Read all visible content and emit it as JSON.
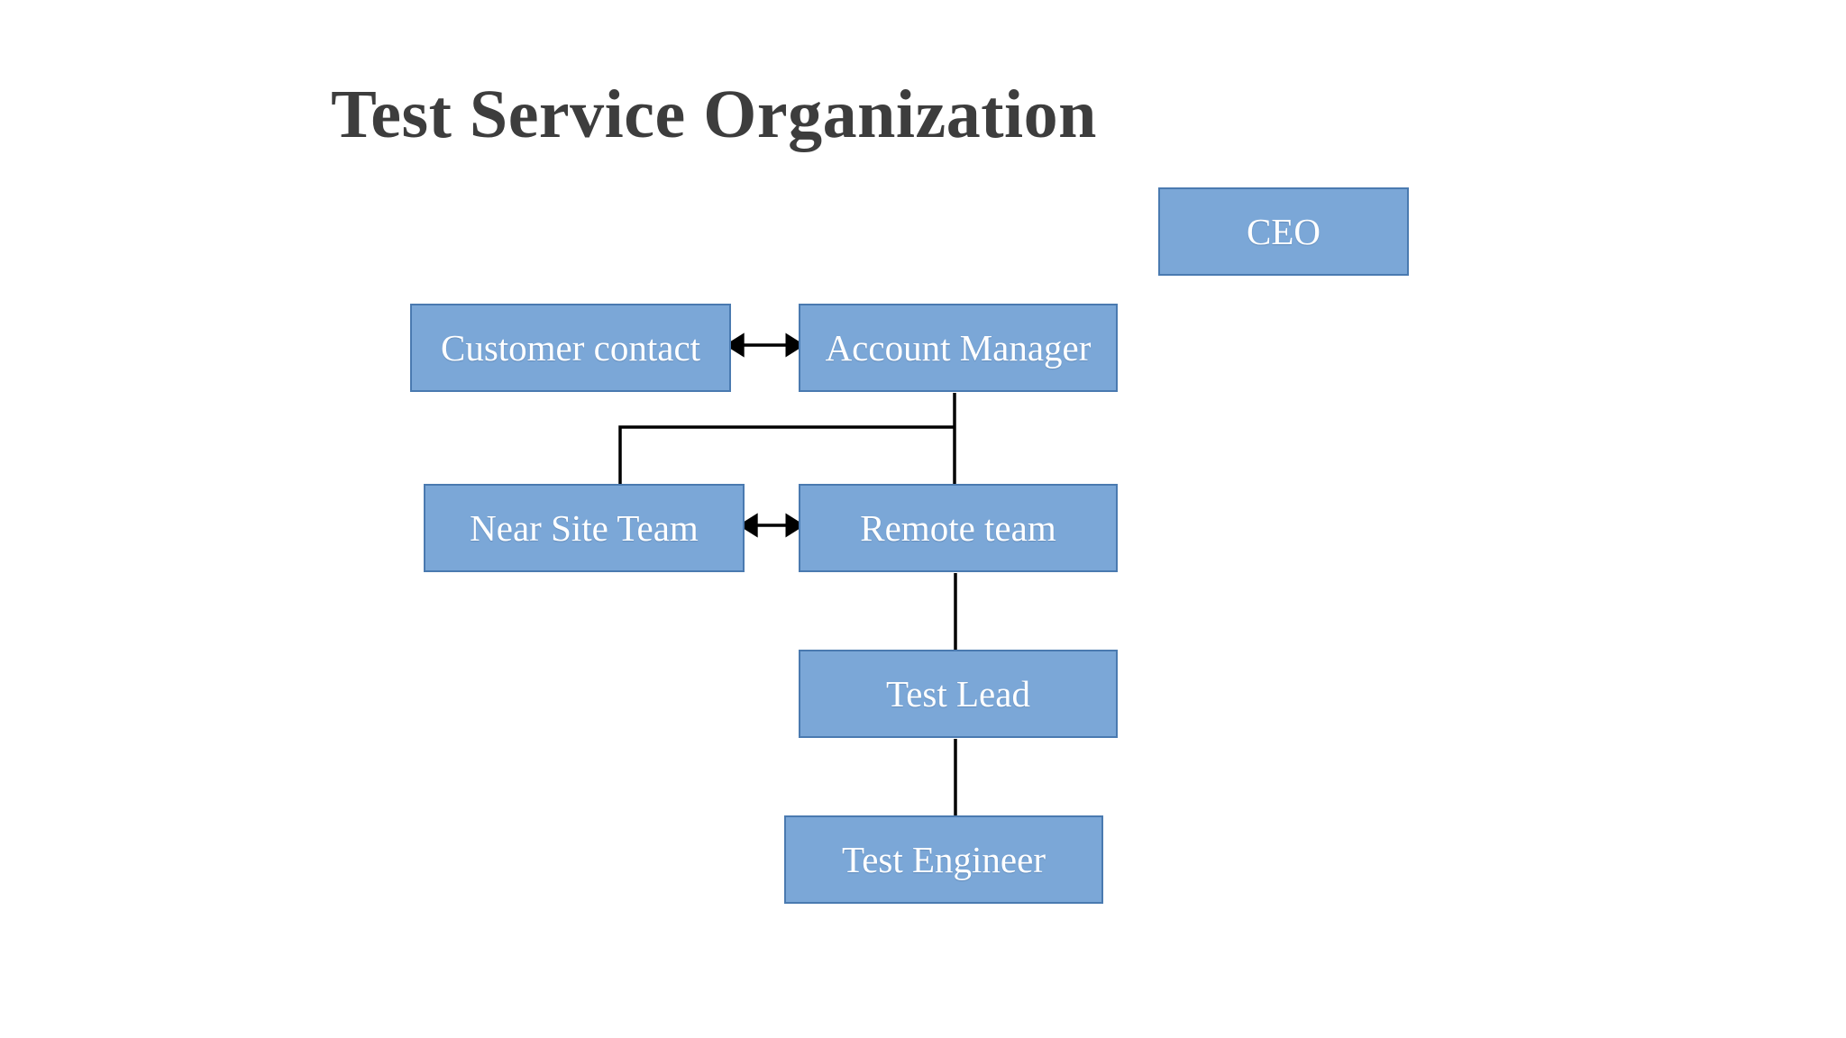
{
  "slide": {
    "title": "Test Service Organization",
    "background_color": "#ffffff",
    "title_color": "#3d3d3d"
  },
  "theme": {
    "node_fill": "#7ba7d7",
    "node_border": "#4a7ab0",
    "node_text": "#ffffff",
    "connector_color": "#000000"
  },
  "chart_data": {
    "type": "diagram",
    "title": "Test Service Organization",
    "nodes": [
      {
        "id": "ceo",
        "label": "CEO"
      },
      {
        "id": "customer-contact",
        "label": "Customer contact"
      },
      {
        "id": "account-manager",
        "label": "Account Manager"
      },
      {
        "id": "near-site-team",
        "label": "Near Site Team"
      },
      {
        "id": "remote-team",
        "label": "Remote team"
      },
      {
        "id": "test-lead",
        "label": "Test Lead"
      },
      {
        "id": "test-engineer",
        "label": "Test Engineer"
      }
    ],
    "edges": [
      {
        "from": "customer-contact",
        "to": "account-manager",
        "style": "double-arrow",
        "direction": "bidirectional"
      },
      {
        "from": "account-manager",
        "to": "near-site-team",
        "style": "elbow",
        "direction": "down"
      },
      {
        "from": "account-manager",
        "to": "remote-team",
        "style": "straight",
        "direction": "down"
      },
      {
        "from": "near-site-team",
        "to": "remote-team",
        "style": "double-arrow",
        "direction": "bidirectional"
      },
      {
        "from": "remote-team",
        "to": "test-lead",
        "style": "straight",
        "direction": "down"
      },
      {
        "from": "test-lead",
        "to": "test-engineer",
        "style": "straight",
        "direction": "down"
      }
    ]
  },
  "nodes": {
    "ceo": {
      "label": "CEO"
    },
    "customer_contact": {
      "label": "Customer contact"
    },
    "account_manager": {
      "label": "Account Manager"
    },
    "near_site_team": {
      "label": "Near Site Team"
    },
    "remote_team": {
      "label": "Remote team"
    },
    "test_lead": {
      "label": "Test Lead"
    },
    "test_engineer": {
      "label": "Test Engineer"
    }
  }
}
